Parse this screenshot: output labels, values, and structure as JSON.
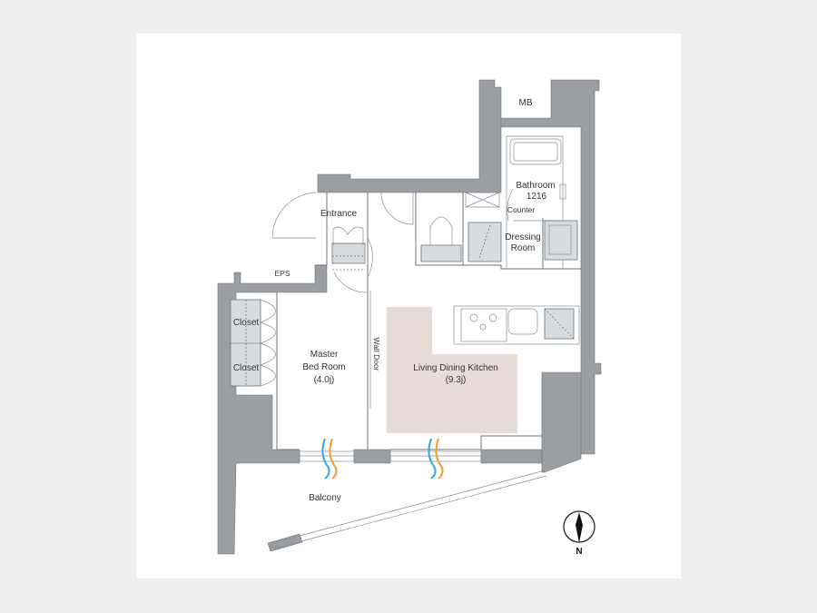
{
  "plan": {
    "rooms": {
      "mb": "MB",
      "bathroom": "Bathroom",
      "bathroom_size": "1216",
      "counter": "Counter",
      "entrance": "Entrance",
      "dressing_1": "Dressing",
      "dressing_2": "Room",
      "eps": "EPS",
      "closet_1": "Closet",
      "closet_2": "Closet",
      "bedroom_1": "Master",
      "bedroom_2": "Bed Room",
      "bedroom_size": "(4.0j)",
      "wall_door": "Wall Door",
      "ldk": "Living Dining Kitchen",
      "ldk_size": "(9.3j)",
      "balcony": "Balcony"
    },
    "compass": "N",
    "colors": {
      "wall": "#9b9fa4",
      "ldk_fill": "#e8ddd6",
      "airflow_blue": "#3aa7e0",
      "airflow_orange": "#f0a030"
    }
  }
}
